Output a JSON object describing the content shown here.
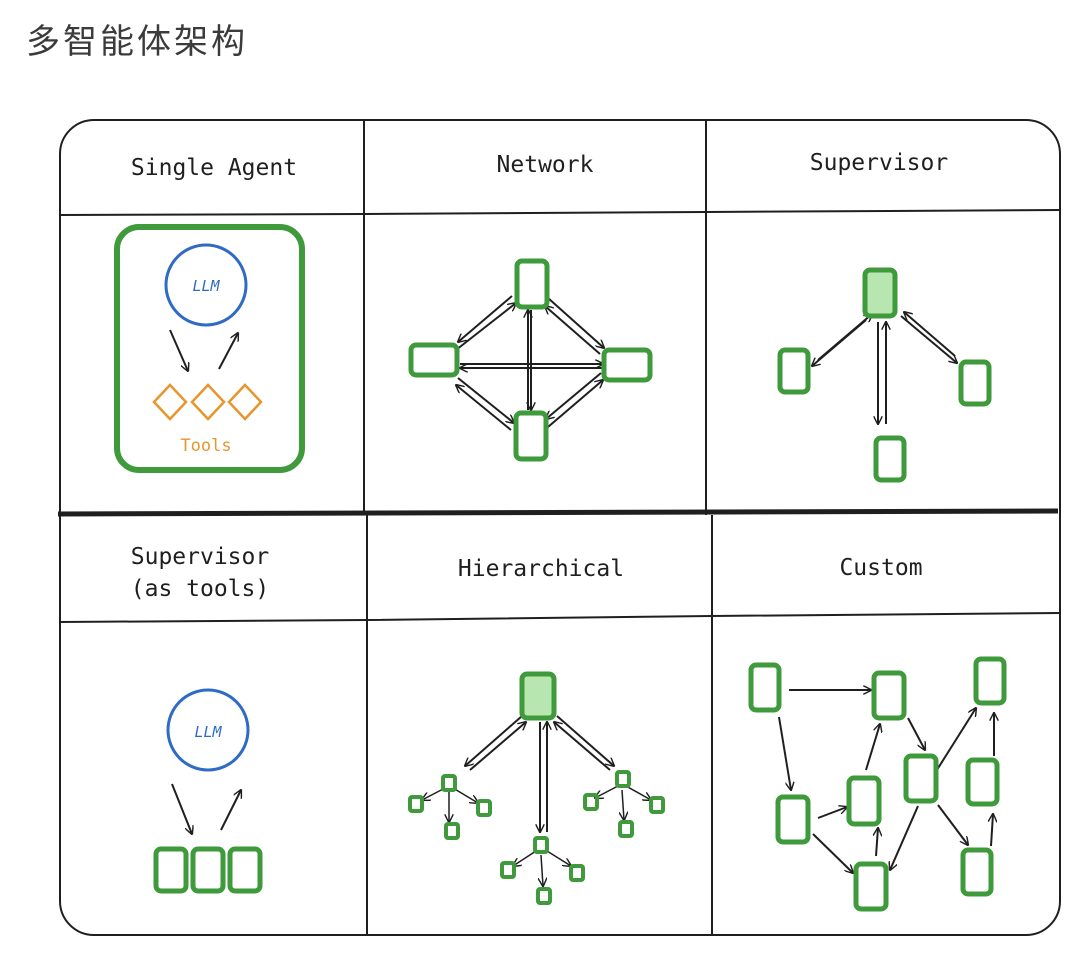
{
  "page": {
    "title": "多智能体架构"
  },
  "panels": [
    {
      "id": "single-agent",
      "header_lines": [
        "Single Agent"
      ],
      "llm_label": "LLM",
      "tools_label": "Tools"
    },
    {
      "id": "network",
      "header_lines": [
        "Network"
      ]
    },
    {
      "id": "supervisor",
      "header_lines": [
        "Supervisor"
      ]
    },
    {
      "id": "supervisor-as-tools",
      "header_lines": [
        "Supervisor",
        "(as tools)"
      ],
      "llm_label": "LLM"
    },
    {
      "id": "hierarchical",
      "header_lines": [
        "Hierarchical"
      ]
    },
    {
      "id": "custom",
      "header_lines": [
        "Custom"
      ]
    }
  ],
  "colors": {
    "ink": "#1f1f1f",
    "agent_green": "#3f9a3c",
    "supervisor_fill": "#b8e6b0",
    "llm_blue": "#2f6bc4",
    "tools_orange": "#e7962d"
  }
}
